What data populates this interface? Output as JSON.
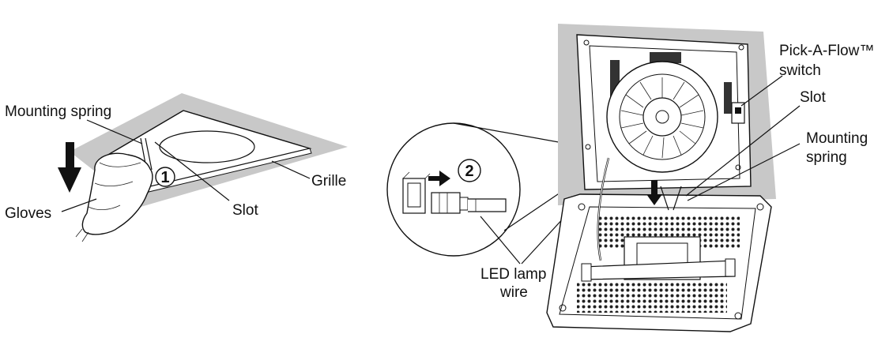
{
  "labels": {
    "mounting_spring_left": "Mounting spring",
    "gloves": "Gloves",
    "slot_left": "Slot",
    "grille": "Grille",
    "step1": "1",
    "step2": "2",
    "pick_a_flow": "Pick-A-Flow™",
    "switch": "switch",
    "slot_right": "Slot",
    "mounting": "Mounting",
    "spring": "spring",
    "led_lamp": "LED lamp",
    "wire": "wire"
  },
  "colors": {
    "ceiling_gray": "#c8c8c8",
    "line": "#111111",
    "grille_dot": "#222222"
  }
}
